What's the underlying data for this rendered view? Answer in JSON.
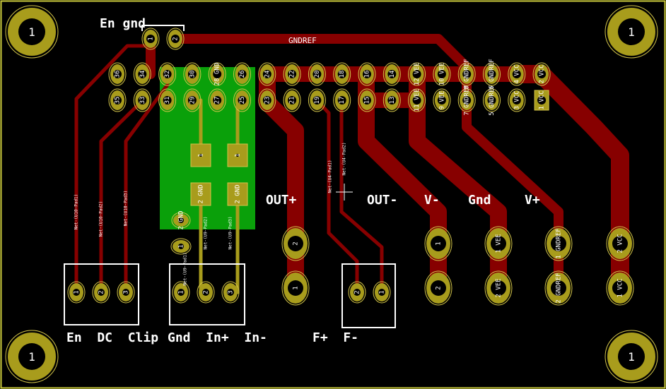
{
  "colors": {
    "copper": "#870000",
    "pad": "#a89c1c",
    "pad_ring": "#d2c44a",
    "zone": "#0aa00a",
    "edge": "#c8c83c",
    "silk": "#ffffff"
  },
  "labels": {
    "en_gnd": "En gnd",
    "gndref_net": "GNDREF",
    "out_plus": "OUT+",
    "out_minus": "OUT-",
    "v_minus": "V-",
    "gnd": "Gnd",
    "v_plus": "V+",
    "en_dc_clip": "En  DC  Clip",
    "gnd_in": "Gnd  In+  In-",
    "f_pm": "F+  F-"
  },
  "mount_holes": [
    "1",
    "1",
    "1",
    "1"
  ],
  "jumper_pins": [
    "1",
    "2"
  ],
  "header_top": [
    {
      "n": "36"
    },
    {
      "n": "34"
    },
    {
      "n": "32"
    },
    {
      "n": "30"
    },
    {
      "n": "28",
      "net": "GND"
    },
    {
      "n": "26"
    },
    {
      "n": "24"
    },
    {
      "n": "22"
    },
    {
      "n": "20"
    },
    {
      "n": "18"
    },
    {
      "n": "16"
    },
    {
      "n": "14"
    },
    {
      "n": "12",
      "net": "VEE"
    },
    {
      "n": "10",
      "net": "VEE"
    },
    {
      "n": "8",
      "net": "GNDREF"
    },
    {
      "n": "6",
      "net": "GNDREF"
    },
    {
      "n": "4",
      "net": "VCC"
    },
    {
      "n": "2",
      "net": "VCC"
    }
  ],
  "header_bottom": [
    {
      "n": "35"
    },
    {
      "n": "33"
    },
    {
      "n": "31"
    },
    {
      "n": "29"
    },
    {
      "n": "27"
    },
    {
      "n": "25"
    },
    {
      "n": "23"
    },
    {
      "n": "21"
    },
    {
      "n": "19"
    },
    {
      "n": "17"
    },
    {
      "n": "15"
    },
    {
      "n": "13"
    },
    {
      "n": "11",
      "net": "VEE"
    },
    {
      "n": "9",
      "net": "VEE"
    },
    {
      "n": "7",
      "net": "GNDREF"
    },
    {
      "n": "5",
      "net": "GNDREF"
    },
    {
      "n": "3",
      "net": "VCC"
    },
    {
      "n": "1",
      "net": "VCC"
    }
  ],
  "zone_pads": [
    {
      "n": "1",
      "net": ""
    },
    {
      "n": "1",
      "net": ""
    },
    {
      "n": "2",
      "net": "GND"
    },
    {
      "n": "2",
      "net": "GND"
    }
  ],
  "zone_via": {
    "n": "2",
    "net": "GND"
  },
  "single_pad": "1",
  "power_terminals": [
    {
      "top": "2",
      "bottom": "1",
      "net": ""
    },
    {
      "top": "1",
      "bottom": "2",
      "net": ""
    },
    {
      "top": "1",
      "bottom": "2",
      "net": "VEE"
    },
    {
      "top": "1",
      "bottom": "2",
      "net": "GNDREF"
    },
    {
      "top": "2",
      "bottom": "1",
      "net": "VCC"
    }
  ],
  "conn_en": [
    "1",
    "2",
    "3"
  ],
  "conn_in": [
    "1",
    "2",
    "3"
  ],
  "conn_f": [
    "2",
    "1"
  ],
  "net_labels": [
    "Net-(U10-Pad1)",
    "Net-(U10-Pad2)",
    "Net-(U10-Pad3)",
    "Net-(U9-Pad1)",
    "Net-(U9-Pad2)",
    "Net-(U9-Pad3)",
    "Net-(U4-Pad1)",
    "Net-(U4-Pad2)"
  ]
}
